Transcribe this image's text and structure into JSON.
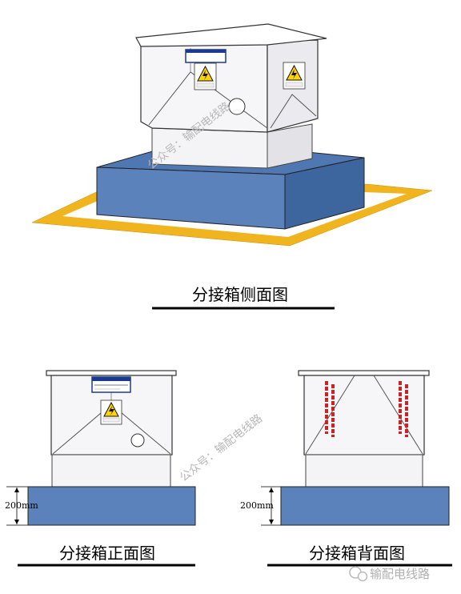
{
  "captions": {
    "side_view": "分接箱侧面图",
    "front_view": "分接箱正面图",
    "back_view": "分接箱背面图"
  },
  "dimensions": {
    "front_height": "200mm",
    "back_height": "200mm"
  },
  "watermark": {
    "account": "公众号：输配电线路",
    "brand": "输配电线路"
  },
  "colors": {
    "base_blue": "#5b82bb",
    "base_top": "#4f78b3",
    "base_side": "#3d669f",
    "floor_line": "#f0b41e",
    "cabinet_fill": "#f4f4f6",
    "cabinet_edge": "#333333",
    "warning_yellow": "#ffd400",
    "nameplate_blue": "#1b3a8f",
    "stencil_red": "#cc2222"
  },
  "signs": {
    "warning_icon": "warning-lightning-icon"
  }
}
